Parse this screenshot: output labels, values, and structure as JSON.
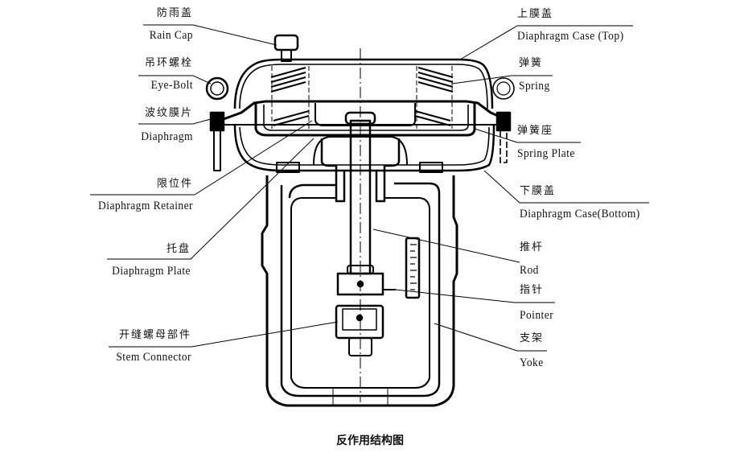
{
  "caption": "反作用结构图",
  "labels": {
    "rain_cap": {
      "zh": "防雨盖",
      "en": "Rain Cap"
    },
    "eye_bolt": {
      "zh": "吊环螺栓",
      "en": "Eye-Bolt"
    },
    "diaphragm": {
      "zh": "波纹膜片",
      "en": "Diaphragm"
    },
    "diaphragm_retainer": {
      "zh": "限位件",
      "en": "Diaphragm Retainer"
    },
    "diaphragm_plate": {
      "zh": "托盘",
      "en": "Diaphragm Plate"
    },
    "stem_connector": {
      "zh": "开缝螺母部件",
      "en": "Stem Connector"
    },
    "diaphragm_case_top": {
      "zh": "上膜盖",
      "en": "Diaphragm Case (Top)"
    },
    "spring": {
      "zh": "弹簧",
      "en": "Spring"
    },
    "spring_plate": {
      "zh": "弹簧座",
      "en": "Spring Plate"
    },
    "diaphragm_case_bottom": {
      "zh": "下膜盖",
      "en": "Diaphragm Case(Bottom)"
    },
    "rod": {
      "zh": "推杆",
      "en": "Rod"
    },
    "pointer": {
      "zh": "指针",
      "en": "Pointer"
    },
    "yoke": {
      "zh": "支架",
      "en": "Yoke"
    }
  }
}
